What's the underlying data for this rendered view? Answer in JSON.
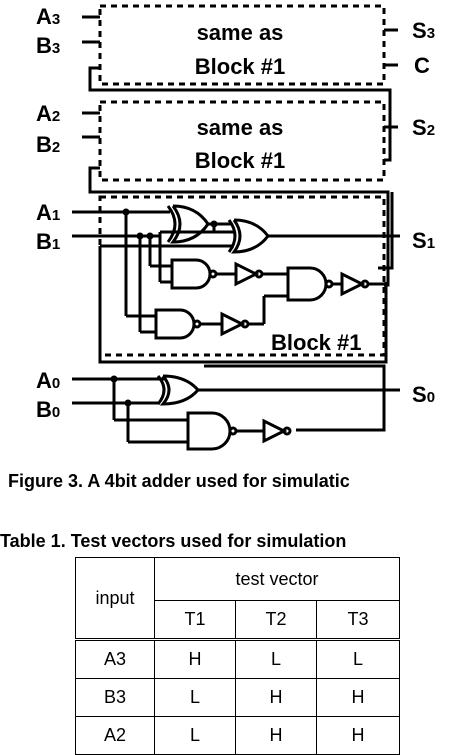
{
  "figure": {
    "block3": {
      "line1": "same as",
      "line2": "Block #1"
    },
    "block2": {
      "line1": "same as",
      "line2": "Block #1"
    },
    "block1_label": "Block #1",
    "inputs": [
      {
        "main": "A",
        "sub": "3"
      },
      {
        "main": "B",
        "sub": "3"
      },
      {
        "main": "A",
        "sub": "2"
      },
      {
        "main": "B",
        "sub": "2"
      },
      {
        "main": "A",
        "sub": "1"
      },
      {
        "main": "B",
        "sub": "1"
      },
      {
        "main": "A",
        "sub": "0"
      },
      {
        "main": "B",
        "sub": "0"
      }
    ],
    "outputs": [
      {
        "main": "S",
        "sub": "3"
      },
      {
        "main": "C",
        "sub": ""
      },
      {
        "main": "S",
        "sub": "2"
      },
      {
        "main": "S",
        "sub": "1"
      },
      {
        "main": "S",
        "sub": "0"
      }
    ],
    "caption": "Figure 3. A 4bit adder used for simulatic"
  },
  "table": {
    "caption": "Table 1. Test vectors used for simulation",
    "header_group": "test vector",
    "row_header": "input",
    "columns": [
      "T1",
      "T2",
      "T3"
    ],
    "rows": [
      {
        "label": "A3",
        "values": [
          "H",
          "L",
          "L"
        ]
      },
      {
        "label": "B3",
        "values": [
          "L",
          "H",
          "H"
        ]
      },
      {
        "label": "A2",
        "values": [
          "L",
          "H",
          "H"
        ]
      }
    ]
  }
}
